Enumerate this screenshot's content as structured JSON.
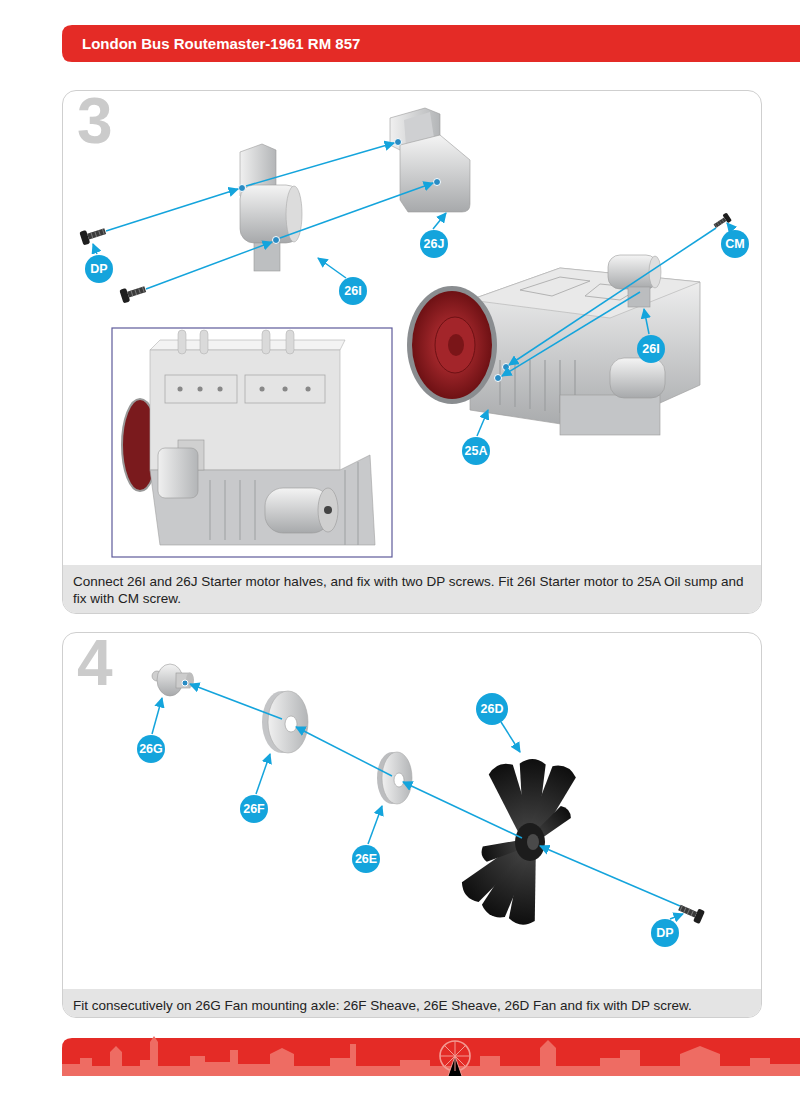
{
  "diagram": {
    "title": "London Bus Routemaster-1961 RM 857",
    "nodes": [
      {
        "text": [
          "3"
        ]
      },
      {
        "text": [
          "Connect 26I and 26J Starter motor halves, and fix with two DP screws. Fit 26I Starter motor to 25A Oil sump and fix with CM screw."
        ],
        "in": 0
      },
      {
        "text": [
          "26J"
        ],
        "in": 0
      },
      {
        "text": [
          "CM"
        ],
        "in": 0
      },
      {
        "text": [
          "DP"
        ],
        "in": 0
      },
      {
        "text": [
          "26I"
        ],
        "in": 0
      },
      {
        "text": [
          "26I"
        ],
        "in": 0
      },
      {
        "text": [
          "25A"
        ],
        "in": 0
      },
      {
        "text": [
          "4"
        ]
      },
      {
        "text": [
          "Fit consecutively on 26G Fan mounting axle: 26F Sheave, 26E Sheave, 26D Fan and fix with DP screw."
        ],
        "in": 8
      },
      {
        "text": [
          "26D"
        ],
        "in": 8
      },
      {
        "text": [
          "26G"
        ],
        "in": 8
      },
      {
        "text": [
          "26F"
        ],
        "in": 8
      },
      {
        "text": [
          "26E"
        ],
        "in": 8
      },
      {
        "text": [
          "DP"
        ],
        "in": 8
      }
    ]
  }
}
